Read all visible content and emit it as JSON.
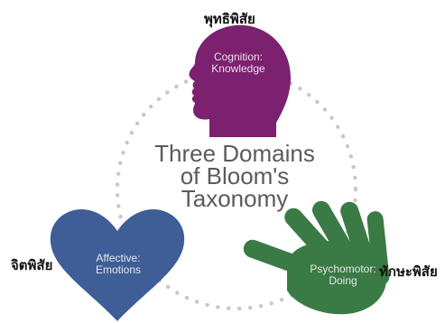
{
  "title_lines": [
    "Three Domains",
    "of Bloom's",
    "Taxonomy"
  ],
  "domains": [
    {
      "thai": "พุทธิพิสัย",
      "label_lines": [
        "Cognition:",
        "Knowledge"
      ],
      "color": "#7b2170",
      "icon": "head-icon"
    },
    {
      "thai": "จิตพิสัย",
      "label_lines": [
        "Affective:",
        "Emotions"
      ],
      "color": "#3f5e97",
      "icon": "heart-icon"
    },
    {
      "thai": "ทักษะพิสัย",
      "label_lines": [
        "Psychomotor:",
        "Doing"
      ],
      "color": "#3a7a45",
      "icon": "hand-icon"
    }
  ],
  "cycle_dot_color": "#c8c8c8"
}
